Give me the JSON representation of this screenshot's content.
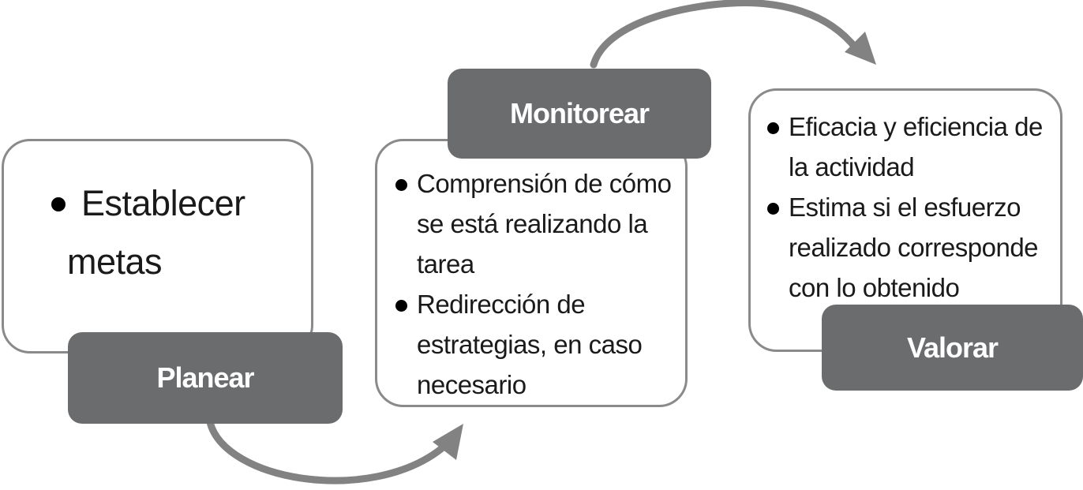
{
  "diagram": {
    "colors": {
      "label_fill": "#6b6c6e",
      "label_text": "#ffffff",
      "card_border": "#8a8a8a",
      "arrow": "#828282",
      "body_text": "#1a1a1a"
    },
    "stages": [
      {
        "label": "Planear",
        "items": [
          "Establecer metas"
        ]
      },
      {
        "label": "Monitorear",
        "items": [
          "Comprensión de cómo se está realizando la tarea",
          "Redirección de estrategias, en caso necesario"
        ]
      },
      {
        "label": "Valorar",
        "items": [
          "Eficacia y eficiencia de la actividad",
          "Estima si el esfuerzo realizado corresponde con lo obtenido"
        ]
      }
    ],
    "arrows": [
      {
        "from": "Planear",
        "to": "Monitorear",
        "icon": "curved-arrow-icon"
      },
      {
        "from": "Monitorear",
        "to": "Valorar",
        "icon": "curved-arrow-icon"
      }
    ]
  }
}
